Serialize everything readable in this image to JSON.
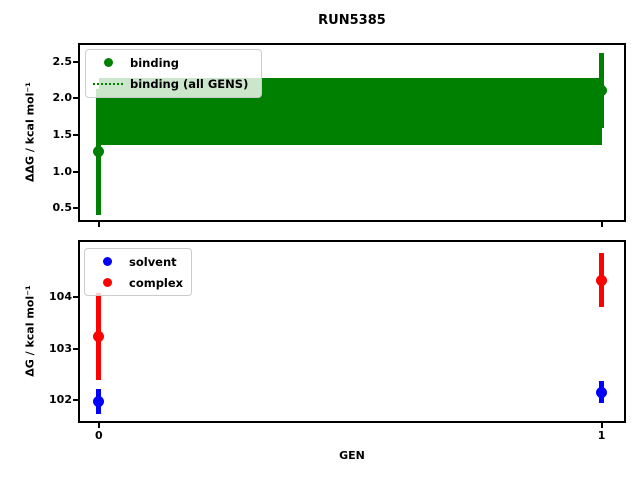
{
  "title": "RUN5385",
  "xlabel": "GEN",
  "colors": {
    "binding_green": "#008000",
    "solvent_blue": "#0000ff",
    "complex_red": "#ff0000",
    "spine_black": "#000000",
    "legend_border_gray": "#cccccc"
  },
  "chart_data": [
    {
      "type": "scatter",
      "subplot": "top",
      "ylabel": "ΔΔG / kcal mol⁻¹",
      "ylim": [
        0.34,
        2.73
      ],
      "yticks": [
        {
          "label": "0.5",
          "value": 0.5
        },
        {
          "label": "1.0",
          "value": 1.0
        },
        {
          "label": "1.5",
          "value": 1.5
        },
        {
          "label": "2.0",
          "value": 2.0
        },
        {
          "label": "2.5",
          "value": 2.5
        }
      ],
      "xlim": [
        -0.0375,
        1.0445
      ],
      "xticks": [
        {
          "label": "0",
          "value": 0
        },
        {
          "label": "1",
          "value": 1
        }
      ],
      "show_x_labels": false,
      "grid": false,
      "legend": {
        "position": "upper left",
        "entries": [
          {
            "label": "binding",
            "marker": "dot",
            "color": "#008000"
          },
          {
            "label": "binding (all GENS)",
            "marker": "dotted-line",
            "color": "#008000"
          }
        ]
      },
      "series": [
        {
          "name": "binding",
          "color": "#008000",
          "points": [
            {
              "x": 0,
              "y": 1.27,
              "err": 0.86
            },
            {
              "x": 1,
              "y": 2.11,
              "err": 0.51
            }
          ]
        }
      ],
      "band": {
        "name": "binding (all GENS)",
        "x0": 0,
        "x1": 1,
        "lo": 1.36,
        "hi": 2.28,
        "mean": 1.82,
        "color": "#008000"
      }
    },
    {
      "type": "scatter",
      "subplot": "bottom",
      "ylabel": "ΔG / kcal mol⁻¹",
      "xlabel": "GEN",
      "ylim": [
        101.6,
        105.06
      ],
      "yticks": [
        {
          "label": "102",
          "value": 102
        },
        {
          "label": "103",
          "value": 103
        },
        {
          "label": "104",
          "value": 104
        }
      ],
      "xlim": [
        -0.0375,
        1.0445
      ],
      "xticks": [
        {
          "label": "0",
          "value": 0
        },
        {
          "label": "1",
          "value": 1
        }
      ],
      "show_x_labels": true,
      "grid": false,
      "legend": {
        "position": "upper left",
        "entries": [
          {
            "label": "solvent",
            "marker": "dot",
            "color": "#0000ff"
          },
          {
            "label": "complex",
            "marker": "dot",
            "color": "#ff0000"
          }
        ]
      },
      "series": [
        {
          "name": "solvent",
          "color": "#0000ff",
          "points": [
            {
              "x": 0,
              "y": 101.97,
              "err": 0.24
            },
            {
              "x": 1,
              "y": 102.16,
              "err": 0.22
            }
          ]
        },
        {
          "name": "complex",
          "color": "#ff0000",
          "points": [
            {
              "x": 0,
              "y": 103.23,
              "err": 0.84
            },
            {
              "x": 1,
              "y": 104.32,
              "err": 0.52
            }
          ]
        }
      ]
    }
  ]
}
